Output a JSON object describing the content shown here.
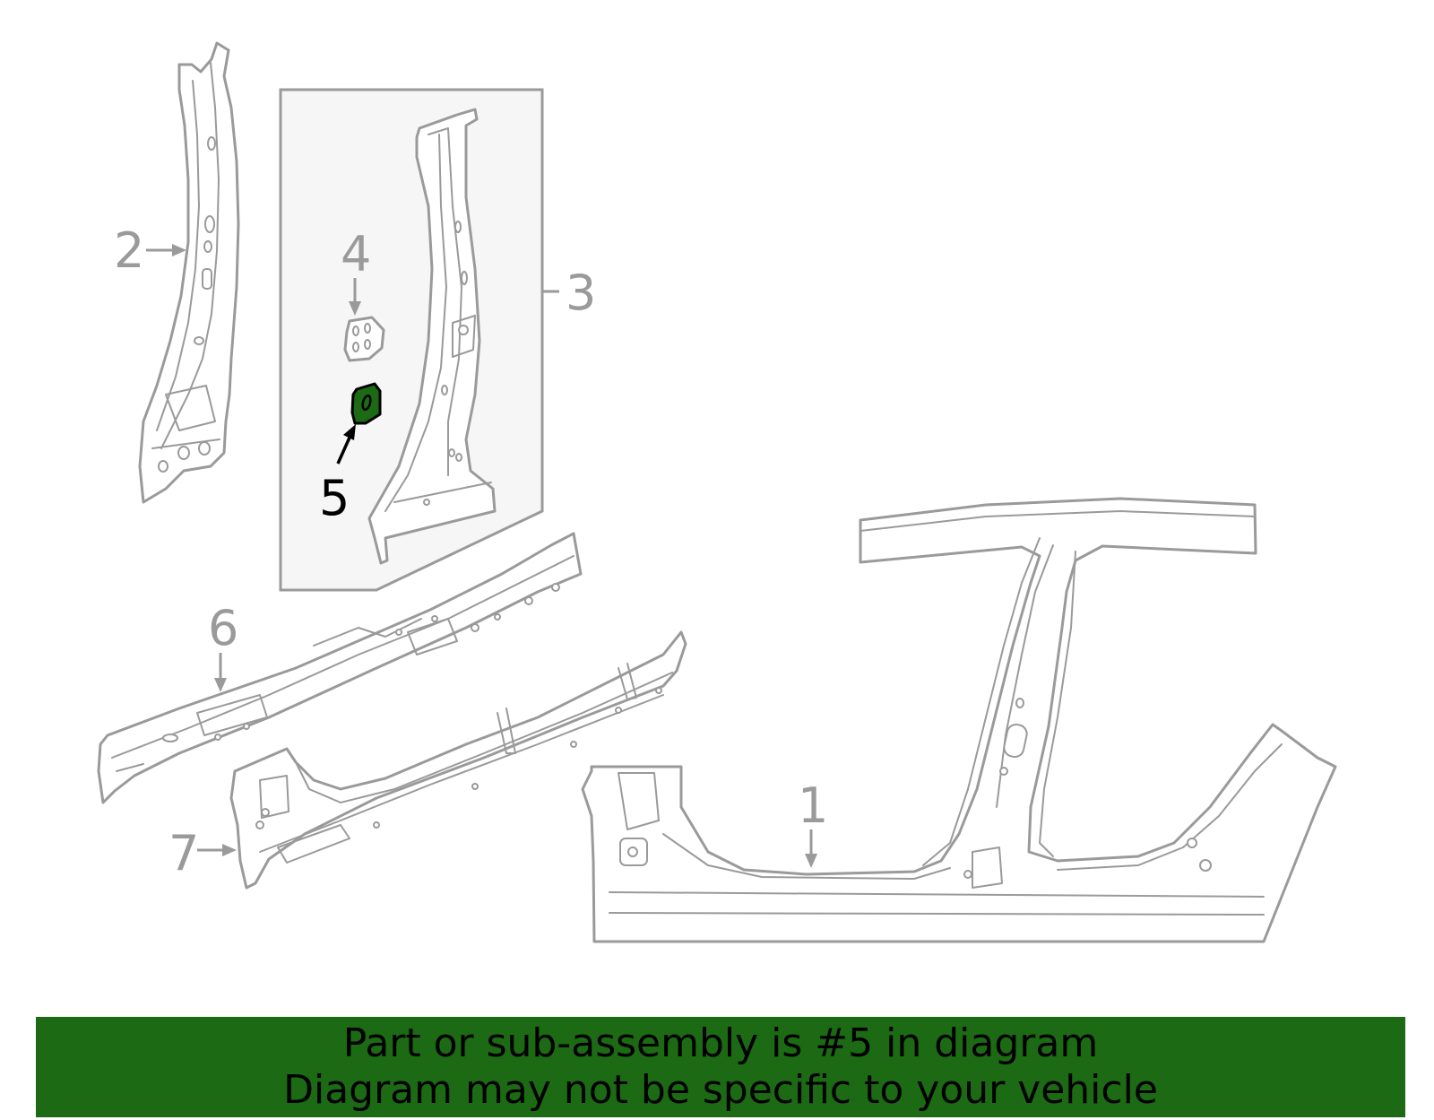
{
  "callouts": {
    "c1": "1",
    "c2": "2",
    "c3": "3",
    "c4": "4",
    "c5": "5",
    "c6": "6",
    "c7": "7"
  },
  "highlight": {
    "part_number": "5",
    "fill_color": "#1c6a14",
    "label_color": "#000000"
  },
  "banner": {
    "line1": "Part or sub-assembly is #5 in diagram",
    "line2": "Diagram may not be specific to your vehicle",
    "background": "#1c6a14"
  }
}
